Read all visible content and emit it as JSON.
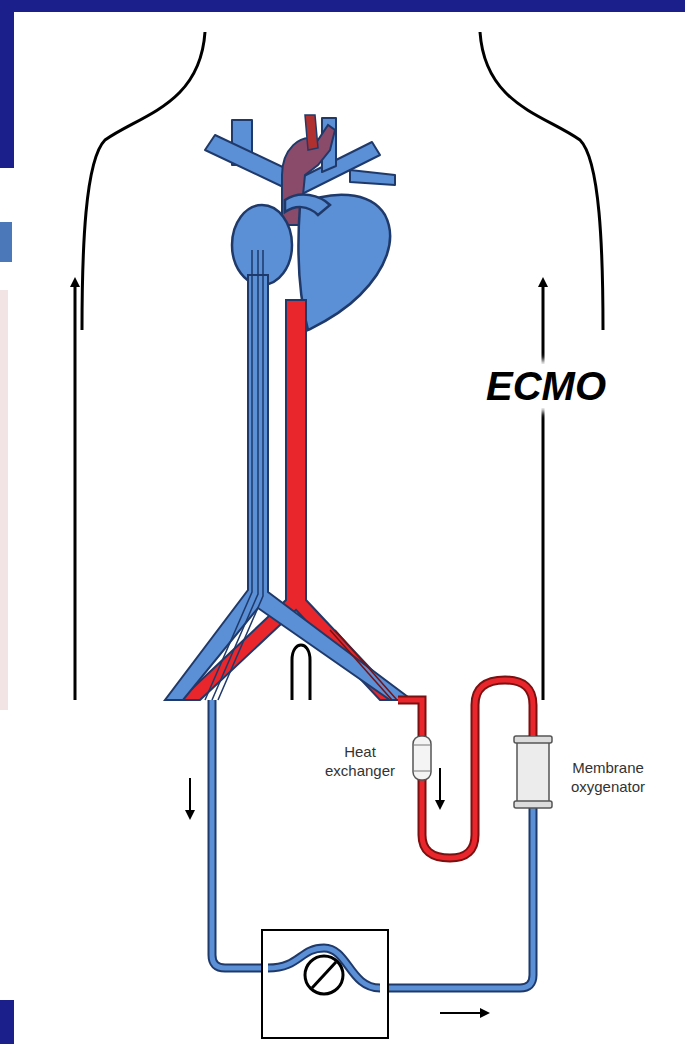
{
  "diagram": {
    "labels": [
      "ECMO",
      "Heat exchanger",
      "Membrane oxygenator"
    ]
  }
}
